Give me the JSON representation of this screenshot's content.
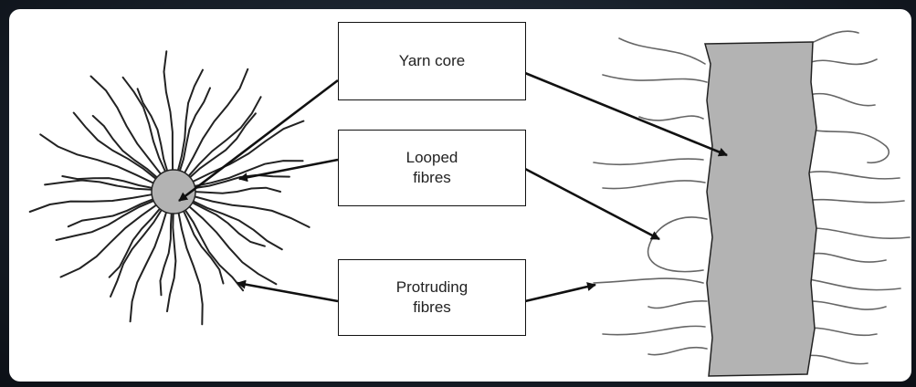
{
  "labels": {
    "yarn_core": "Yarn core",
    "looped_fibres": [
      "Looped",
      "fibres"
    ],
    "protruding_fibres": [
      "Protruding",
      "fibres"
    ]
  },
  "colors": {
    "core_fill": "#b3b3b3",
    "line": "#1a1a1a",
    "fibre_left": "#222222",
    "fibre_right": "#555555",
    "panel": "#ffffff"
  }
}
